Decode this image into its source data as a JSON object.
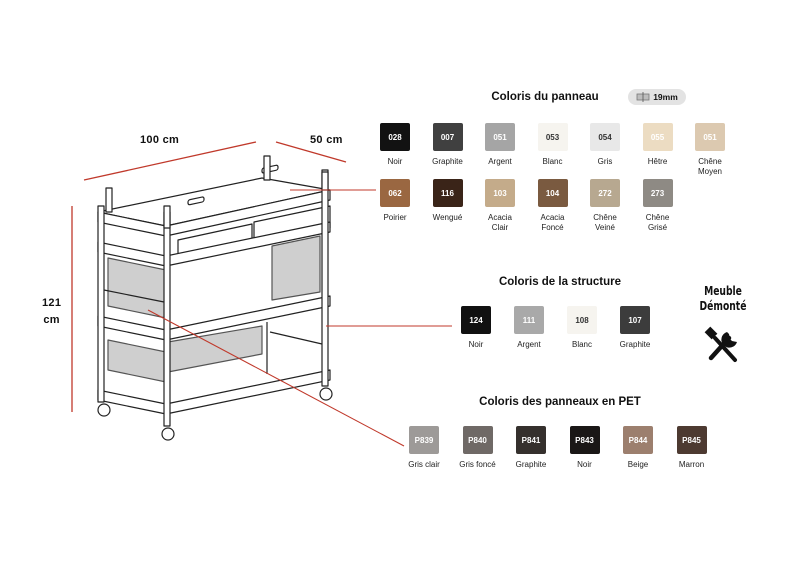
{
  "dimensions": {
    "width": "100 cm",
    "depth": "50 cm",
    "height": "121\ncm"
  },
  "panel_colors": {
    "title": "Coloris du panneau",
    "thickness": "19mm",
    "swatches": [
      {
        "code": "028",
        "name": "Noir",
        "color": "#121212",
        "text": "#ffffff"
      },
      {
        "code": "007",
        "name": "Graphite",
        "color": "#404040",
        "text": "#ffffff"
      },
      {
        "code": "051",
        "name": "Argent",
        "color": "#a5a5a5",
        "text": "#ffffff"
      },
      {
        "code": "053",
        "name": "Blanc",
        "color": "#f6f4ef",
        "text": "#333333"
      },
      {
        "code": "054",
        "name": "Gris",
        "color": "#e8e8e8",
        "text": "#333333"
      },
      {
        "code": "055",
        "name": "Hêtre",
        "color": "#ecdcc2",
        "text": "#ffffff"
      },
      {
        "code": "051",
        "name": "Chêne\nMoyen",
        "color": "#dcc9b0",
        "text": "#ffffff"
      },
      {
        "code": "062",
        "name": "Poirier",
        "color": "#9a6741",
        "text": "#ffffff"
      },
      {
        "code": "116",
        "name": "Wengué",
        "color": "#3a2418",
        "text": "#ffffff"
      },
      {
        "code": "103",
        "name": "Acacia\nClair",
        "color": "#c4ab8a",
        "text": "#ffffff"
      },
      {
        "code": "104",
        "name": "Acacia\nFoncé",
        "color": "#7a5a40",
        "text": "#ffffff"
      },
      {
        "code": "272",
        "name": "Chêne\nVeiné",
        "color": "#b7a890",
        "text": "#ffffff"
      },
      {
        "code": "273",
        "name": "Chêne\nGrisé",
        "color": "#8e8a84",
        "text": "#ffffff"
      }
    ]
  },
  "structure_colors": {
    "title": "Coloris de la structure",
    "swatches": [
      {
        "code": "124",
        "name": "Noir",
        "color": "#111111",
        "text": "#ffffff"
      },
      {
        "code": "111",
        "name": "Argent",
        "color": "#a9a9a9",
        "text": "#ffffff"
      },
      {
        "code": "108",
        "name": "Blanc",
        "color": "#f6f4ef",
        "text": "#333333"
      },
      {
        "code": "107",
        "name": "Graphite",
        "color": "#3c3c3c",
        "text": "#ffffff"
      }
    ]
  },
  "pet_colors": {
    "title": "Coloris des panneaux en PET",
    "swatches": [
      {
        "code": "P839",
        "name": "Gris clair",
        "color": "#9d9a98",
        "text": "#ffffff"
      },
      {
        "code": "P840",
        "name": "Gris foncé",
        "color": "#6f6966",
        "text": "#ffffff"
      },
      {
        "code": "P841",
        "name": "Graphite",
        "color": "#35302d",
        "text": "#ffffff"
      },
      {
        "code": "P843",
        "name": "Noir",
        "color": "#1a1716",
        "text": "#ffffff"
      },
      {
        "code": "P844",
        "name": "Beige",
        "color": "#9c7f6e",
        "text": "#ffffff"
      },
      {
        "code": "P845",
        "name": "Marron",
        "color": "#4d3a31",
        "text": "#ffffff"
      }
    ]
  },
  "assembly": {
    "text": "Meuble\nDémonté",
    "icon": "wrench-screwdriver-icon"
  },
  "accent_color": "#c0392b"
}
